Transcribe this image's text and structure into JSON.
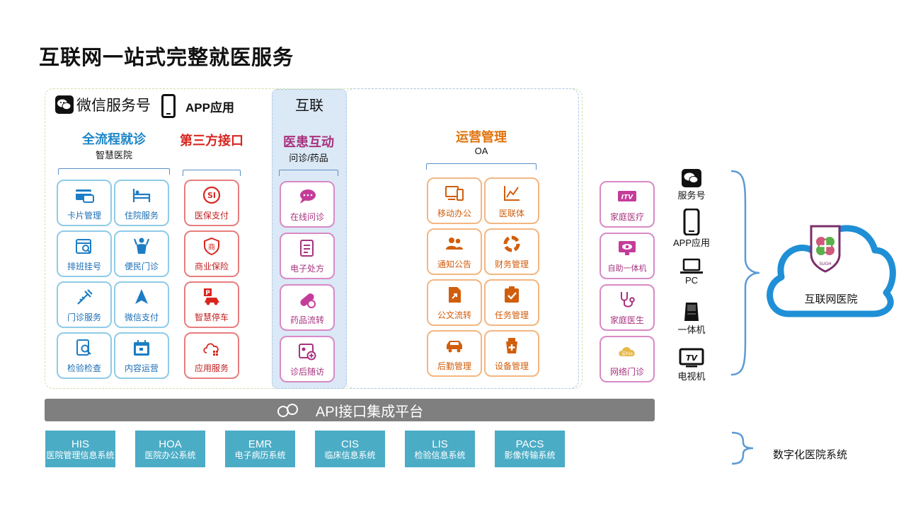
{
  "title": "互联网一站式完整就医服务",
  "header": {
    "wechat": "微信服务号",
    "app": "APP应用",
    "hulian": "互联"
  },
  "sections": {
    "fullflow": {
      "title": "全流程就诊",
      "subtitle": "智慧医院",
      "color": "#1d86c8"
    },
    "thirdparty": {
      "title": "第三方接口",
      "color": "#d8261f"
    },
    "interaction": {
      "title": "医患互动",
      "subtitle": "问诊/药品",
      "color": "#a8327e"
    },
    "operation": {
      "title": "运营管理",
      "subtitle": "OA",
      "color": "#e0730e"
    }
  },
  "tiles": {
    "fullflow": [
      {
        "label": "卡片管理",
        "icon": "card-icon"
      },
      {
        "label": "住院服务",
        "icon": "bed-icon"
      },
      {
        "label": "排班挂号",
        "icon": "calendar-search-icon"
      },
      {
        "label": "便民门诊",
        "icon": "person-icon"
      },
      {
        "label": "门诊服务",
        "icon": "syringe-icon"
      },
      {
        "label": "微信支付",
        "icon": "navigation-icon"
      },
      {
        "label": "检验检查",
        "icon": "report-search-icon"
      },
      {
        "label": "内容运营",
        "icon": "calendar-icon"
      }
    ],
    "thirdparty": [
      {
        "label": "医保支付",
        "icon": "si-icon"
      },
      {
        "label": "商业保险",
        "icon": "shield-icon"
      },
      {
        "label": "智慧停车",
        "icon": "parking-icon"
      },
      {
        "label": "应用服务",
        "icon": "cloud-app-icon"
      }
    ],
    "interaction": [
      {
        "label": "在线问诊",
        "icon": "chat-icon"
      },
      {
        "label": "电子处方",
        "icon": "prescription-icon"
      },
      {
        "label": "药品流转",
        "icon": "pill-icon"
      },
      {
        "label": "诊后随访",
        "icon": "followup-icon"
      }
    ],
    "operation": [
      {
        "label": "移动办公",
        "icon": "devices-icon"
      },
      {
        "label": "医联体",
        "icon": "chart-icon"
      },
      {
        "label": "通知公告",
        "icon": "group-icon"
      },
      {
        "label": "财务管理",
        "icon": "pie-icon"
      },
      {
        "label": "公文流转",
        "icon": "document-icon"
      },
      {
        "label": "任务管理",
        "icon": "checklist-icon"
      },
      {
        "label": "后勤管理",
        "icon": "car-icon"
      },
      {
        "label": "设备管理",
        "icon": "medical-kit-icon"
      }
    ],
    "family": [
      {
        "label": "家庭医疗",
        "icon": "itv-icon"
      },
      {
        "label": "自助一体机",
        "icon": "monitor-eye-icon"
      },
      {
        "label": "家庭医生",
        "icon": "stethoscope-icon"
      },
      {
        "label": "网络门诊",
        "icon": "cloud-his-icon"
      }
    ]
  },
  "icon_text": {
    "itv": "ITV",
    "cloud_his": "云his",
    "parking": "P",
    "si": "SI",
    "shang": "商",
    "tv": "TV",
    "sugh": "SUGH"
  },
  "api_bar": "API接口集成平台",
  "systems": [
    {
      "code": "HIS",
      "name": "医院管理信息系统"
    },
    {
      "code": "HOA",
      "name": "医院办公系统"
    },
    {
      "code": "EMR",
      "name": "电子病历系统"
    },
    {
      "code": "CIS",
      "name": "临床信息系统"
    },
    {
      "code": "LIS",
      "name": "检验信息系统"
    },
    {
      "code": "PACS",
      "name": "影像传输系统"
    }
  ],
  "channels": [
    {
      "label": "服务号",
      "icon": "wechat-icon"
    },
    {
      "label": "APP应用",
      "icon": "phone-icon"
    },
    {
      "label": "PC",
      "icon": "laptop-icon"
    },
    {
      "label": "一体机",
      "icon": "kiosk-icon"
    },
    {
      "label": "电视机",
      "icon": "tv-icon"
    }
  ],
  "cloud_label": "互联网医院",
  "digital_label": "数字化医院系统",
  "colors": {
    "blue_border": "#8fcbe8",
    "red_border": "#e87d7d",
    "pink_border": "#d889c6",
    "orange_border": "#f3b681",
    "api_bar": "#7f7f7f",
    "system_box": "#4bacc6",
    "cloud": "#1f8fd6"
  }
}
